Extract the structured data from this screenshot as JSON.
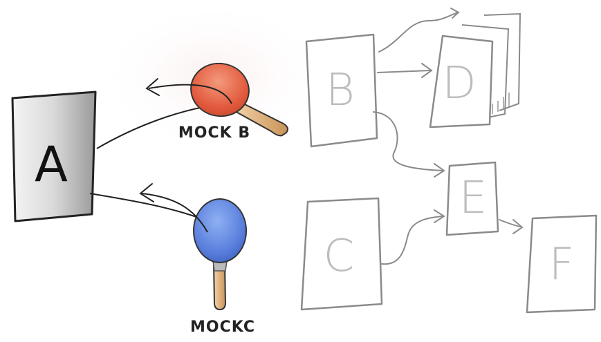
{
  "diagram": {
    "nodes": {
      "a": {
        "label": "A"
      },
      "b": {
        "label": "B"
      },
      "c": {
        "label": "C"
      },
      "d": {
        "label": "D"
      },
      "e": {
        "label": "E"
      },
      "f": {
        "label": "F"
      }
    },
    "mocks": {
      "b": {
        "label": "MOCK B",
        "color": "#e8664a"
      },
      "c": {
        "label": "MOCKC",
        "color": "#5f86e0"
      }
    },
    "colors": {
      "ink": "#222222",
      "ghost_stroke": "#8a8a8a",
      "ghost_text": "#bdbdbd",
      "paddle_handle": "#e6b985"
    }
  }
}
